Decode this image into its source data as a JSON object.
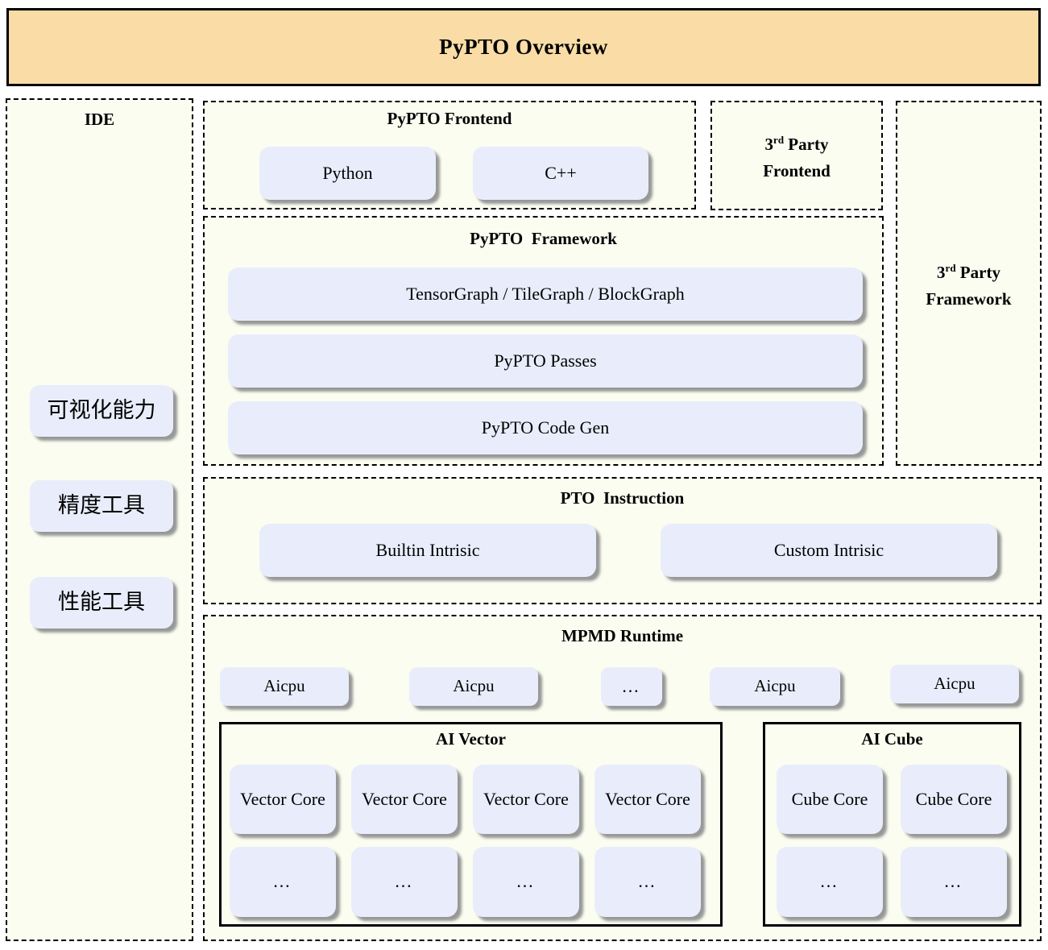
{
  "banner": {
    "title": "PyPTO Overview"
  },
  "ide": {
    "title": "IDE",
    "items": [
      {
        "label": "可视化能力"
      },
      {
        "label": "精度工具"
      },
      {
        "label": "性能工具"
      }
    ]
  },
  "pypto_frontend": {
    "title": "PyPTO Frontend",
    "items": [
      {
        "label": "Python"
      },
      {
        "label": "C++"
      }
    ]
  },
  "third_party_frontend": {
    "num": "3",
    "sup": "rd",
    "line1_rest": " Party",
    "line2": "Frontend"
  },
  "third_party_framework": {
    "num": "3",
    "sup": "rd",
    "line1_rest": " Party",
    "line2": "Framework"
  },
  "pypto_framework": {
    "title": "PyPTO  Framework",
    "items": [
      {
        "label": "TensorGraph / TileGraph / BlockGraph"
      },
      {
        "label": "PyPTO Passes"
      },
      {
        "label": "PyPTO Code Gen"
      }
    ]
  },
  "pto_instruction": {
    "title": "PTO  Instruction",
    "items": [
      {
        "label": "Builtin Intrisic"
      },
      {
        "label": "Custom Intrisic"
      }
    ]
  },
  "mpmd_runtime": {
    "title": "MPMD Runtime",
    "aicpu_items": [
      {
        "label": "Aicpu"
      },
      {
        "label": "Aicpu"
      },
      {
        "label": "…"
      },
      {
        "label": "Aicpu"
      },
      {
        "label": "Aicpu"
      }
    ],
    "ai_vector": {
      "title": "AI Vector",
      "cores": [
        {
          "label": "Vector Core"
        },
        {
          "label": "Vector Core"
        },
        {
          "label": "Vector Core"
        },
        {
          "label": "Vector Core"
        }
      ],
      "dots": [
        {
          "label": "…"
        },
        {
          "label": "…"
        },
        {
          "label": "…"
        },
        {
          "label": "…"
        }
      ]
    },
    "ai_cube": {
      "title": "AI Cube",
      "cores": [
        {
          "label": "Cube Core"
        },
        {
          "label": "Cube Core"
        }
      ],
      "dots": [
        {
          "label": "…"
        },
        {
          "label": "…"
        }
      ]
    }
  },
  "colors": {
    "banner_bg": "#fadca7",
    "panel_bg": "#fbfdf1",
    "chip_bg": "#e9edfb",
    "border": "#000000"
  }
}
